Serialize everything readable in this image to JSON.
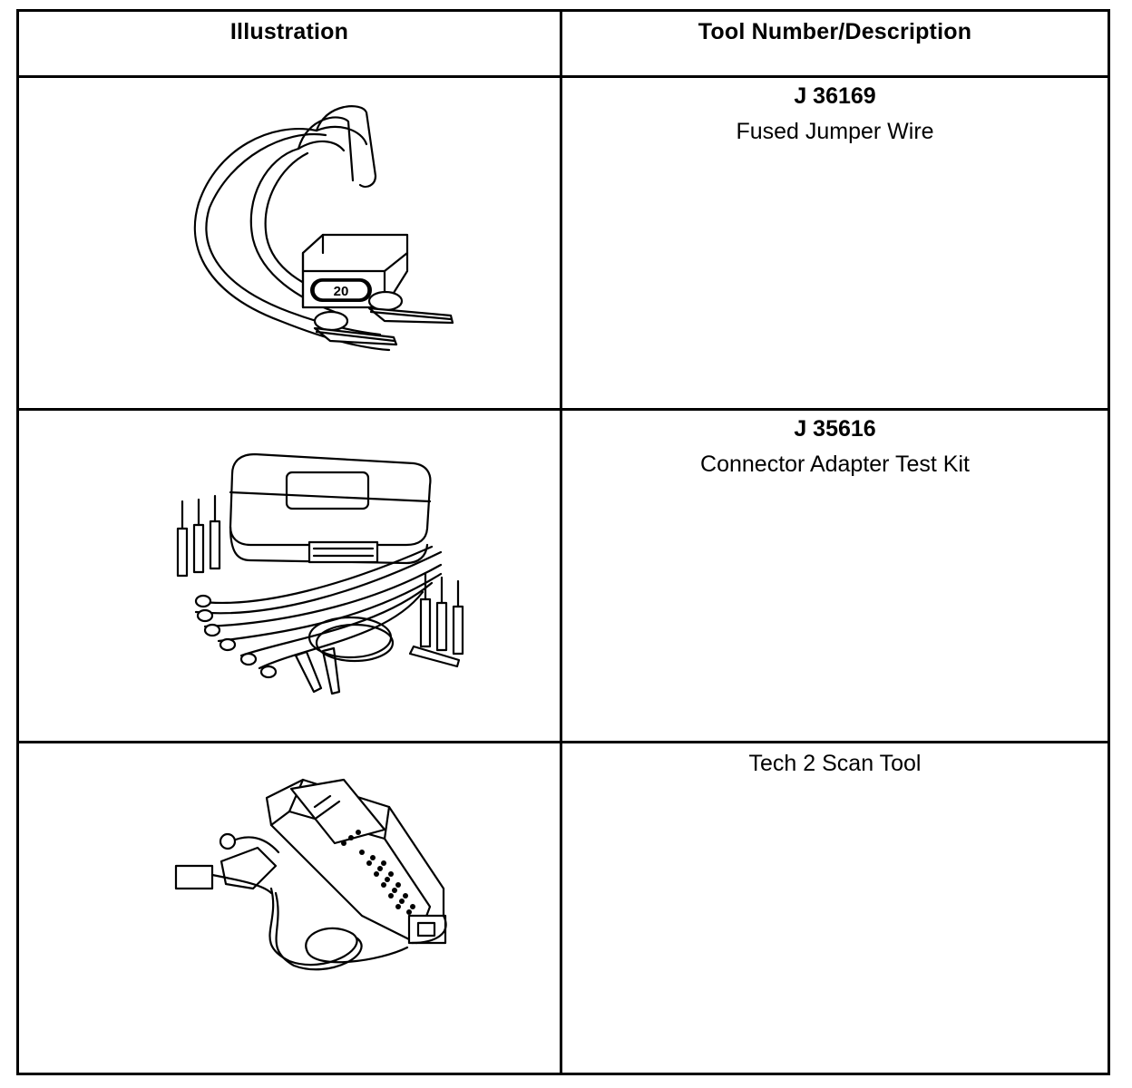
{
  "table": {
    "headers": {
      "illustration": "Illustration",
      "tool": "Tool Number/Description"
    },
    "rows": [
      {
        "tool_number": "J 36169",
        "description": "Fused Jumper Wire",
        "illustration_icon": "fused-jumper-wire",
        "fuse_label": "20"
      },
      {
        "tool_number": "J 35616",
        "description": "Connector Adapter Test Kit",
        "illustration_icon": "connector-adapter-test-kit"
      },
      {
        "tool_number": "",
        "description": "Tech 2 Scan Tool",
        "illustration_icon": "tech-2-scan-tool"
      }
    ]
  }
}
